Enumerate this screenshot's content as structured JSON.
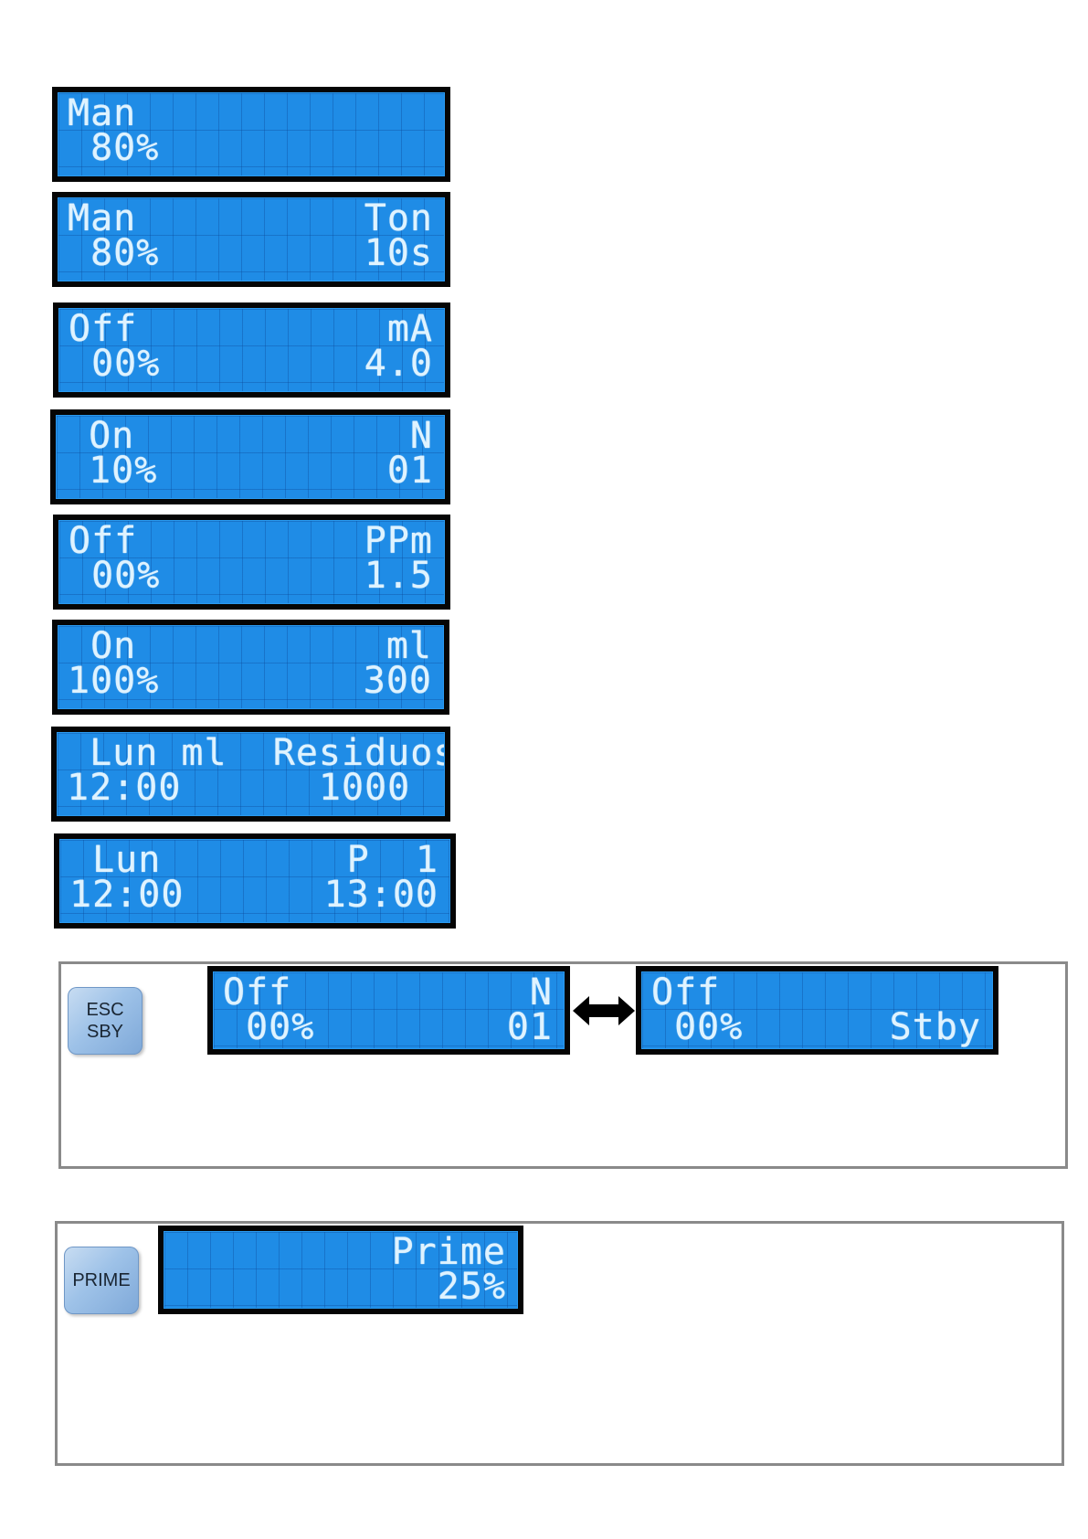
{
  "displays": [
    {
      "line1_left": "Man",
      "line1_right": "",
      "line2_left": " 80%",
      "line2_right": ""
    },
    {
      "line1_left": "Man",
      "line1_right": "Ton",
      "line2_left": " 80%",
      "line2_right": "10s"
    },
    {
      "line1_left": "Off",
      "line1_right": "mA",
      "line2_left": " 00%",
      "line2_right": "4.0"
    },
    {
      "line1_left": " On",
      "line1_right": "N",
      "line2_left": " 10%",
      "line2_right": "01"
    },
    {
      "line1_left": "Off",
      "line1_right": "PPm",
      "line2_left": " 00%",
      "line2_right": "1.5"
    },
    {
      "line1_left": " On",
      "line1_right": "ml",
      "line2_left": "100%",
      "line2_right": "300"
    },
    {
      "line1_left": " Lun ml  Residuos",
      "line1_right": "",
      "line2_left": "12:00      1000",
      "line2_right": ""
    },
    {
      "line1_left": " Lun",
      "line1_right": "P  1",
      "line2_left": "12:00",
      "line2_right": "13:00"
    }
  ],
  "esc_panel": {
    "key_line1": "ESC",
    "key_line2": "SBY",
    "display_a": {
      "line1_left": "Off",
      "line1_right": "N",
      "line2_left": " 00%",
      "line2_right": "01"
    },
    "display_b": {
      "line1_left": "Off",
      "line1_right": "",
      "line2_left": " 00%",
      "line2_right": "Stby"
    },
    "arrow_icon": "double-arrow-icon"
  },
  "prime_panel": {
    "key_label": "PRIME",
    "display": {
      "line1_left": "",
      "line1_right": "Prime",
      "line2_left": "",
      "line2_right": "25%"
    }
  },
  "colors": {
    "lcd_background": "#1f8ce6",
    "lcd_text": "#dff3ff",
    "bezel": "#050505",
    "frame_border": "#8a8a8a"
  }
}
